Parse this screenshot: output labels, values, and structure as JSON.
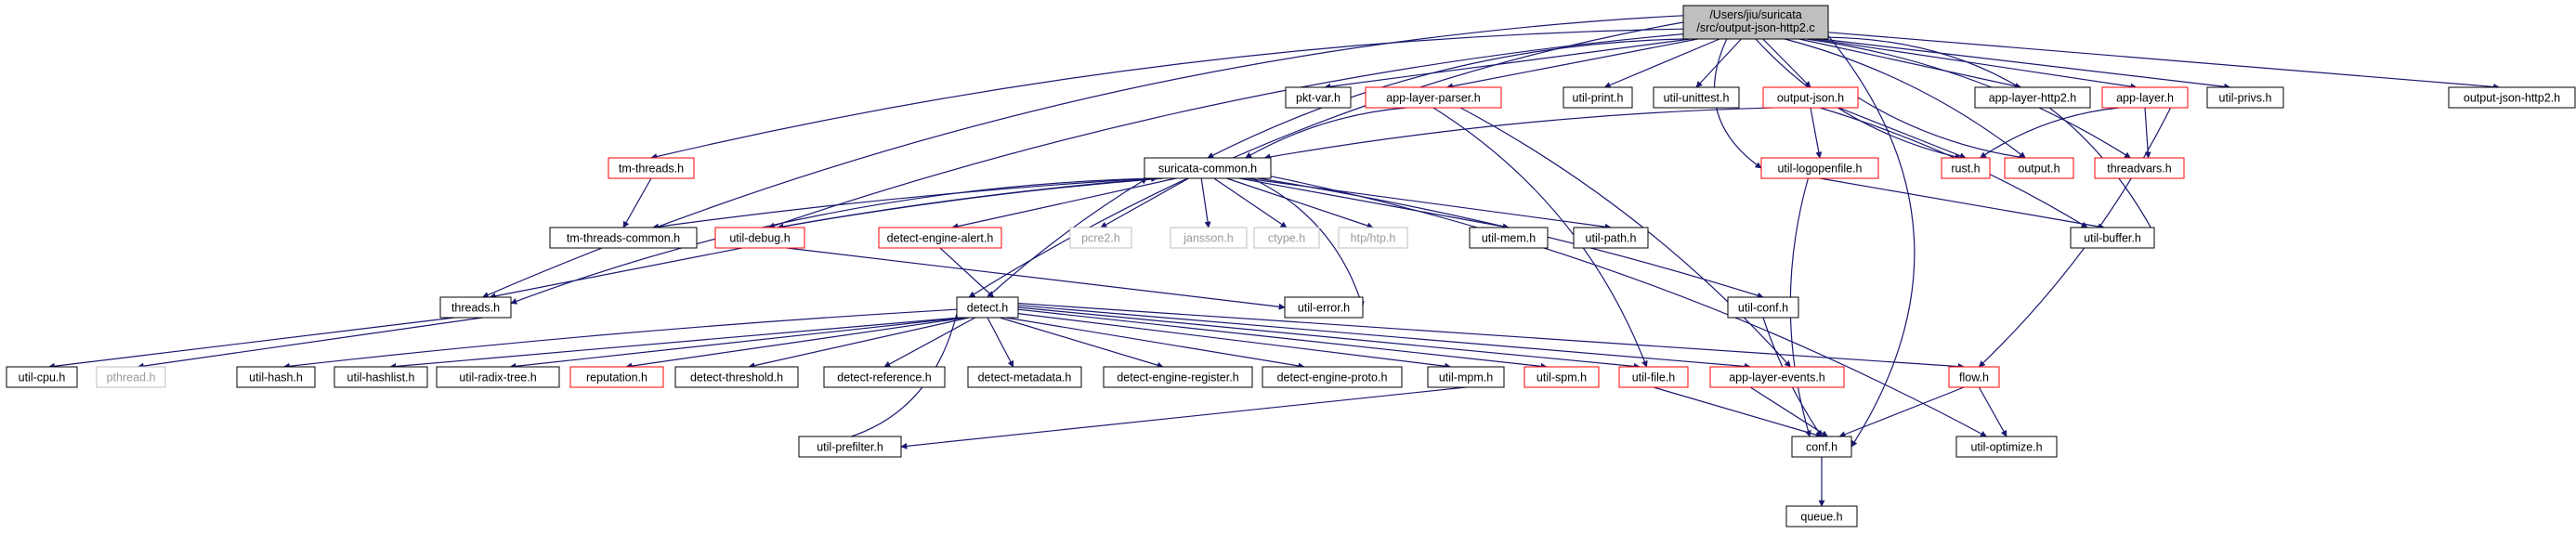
{
  "diagram": {
    "root": {
      "line1": "/Users/jiu/suricata",
      "line2": "/src/output-json-http2.c"
    },
    "nodes": {
      "pktvar": "pkt-var.h",
      "applayerparser": "app-layer-parser.h",
      "utilprint": "util-print.h",
      "utilunittest": "util-unittest.h",
      "outputjson": "output-json.h",
      "applayerhttp2": "app-layer-http2.h",
      "applayer": "app-layer.h",
      "utilprivs": "util-privs.h",
      "outputjsonhttp2": "output-json-http2.h",
      "tmthreads": "tm-threads.h",
      "suricatacommon": "suricata-common.h",
      "utillogopenfile": "util-logopenfile.h",
      "rust": "rust.h",
      "output": "output.h",
      "threadvars": "threadvars.h",
      "tmthreadscommon": "tm-threads-common.h",
      "utildebug": "util-debug.h",
      "detectenginealert": "detect-engine-alert.h",
      "pcre2": "pcre2.h",
      "jansson": "jansson.h",
      "ctype": "ctype.h",
      "htp": "htp/htp.h",
      "utilmem": "util-mem.h",
      "utilpath": "util-path.h",
      "utilbuffer": "util-buffer.h",
      "threads": "threads.h",
      "detect": "detect.h",
      "utilerror": "util-error.h",
      "utilconf": "util-conf.h",
      "utilcpu": "util-cpu.h",
      "pthread": "pthread.h",
      "utilhash": "util-hash.h",
      "utilhashlist": "util-hashlist.h",
      "utilradixtree": "util-radix-tree.h",
      "reputation": "reputation.h",
      "detectthreshold": "detect-threshold.h",
      "detectreference": "detect-reference.h",
      "detectmetadata": "detect-metadata.h",
      "detectengineregister": "detect-engine-register.h",
      "detectengineproto": "detect-engine-proto.h",
      "utilmpm": "util-mpm.h",
      "utilspm": "util-spm.h",
      "utilfile": "util-file.h",
      "applayerevents": "app-layer-events.h",
      "flow": "flow.h",
      "utilprefilter": "util-prefilter.h",
      "conf": "conf.h",
      "utiloptimize": "util-optimize.h",
      "queue": "queue.h"
    },
    "colors": {
      "edge": "#191970",
      "border_default": "#000000",
      "border_truncated": "#ff0000",
      "border_missing": "#bfbfbf",
      "root_fill": "#bfbfbf",
      "node_fill": "#ffffff"
    }
  }
}
